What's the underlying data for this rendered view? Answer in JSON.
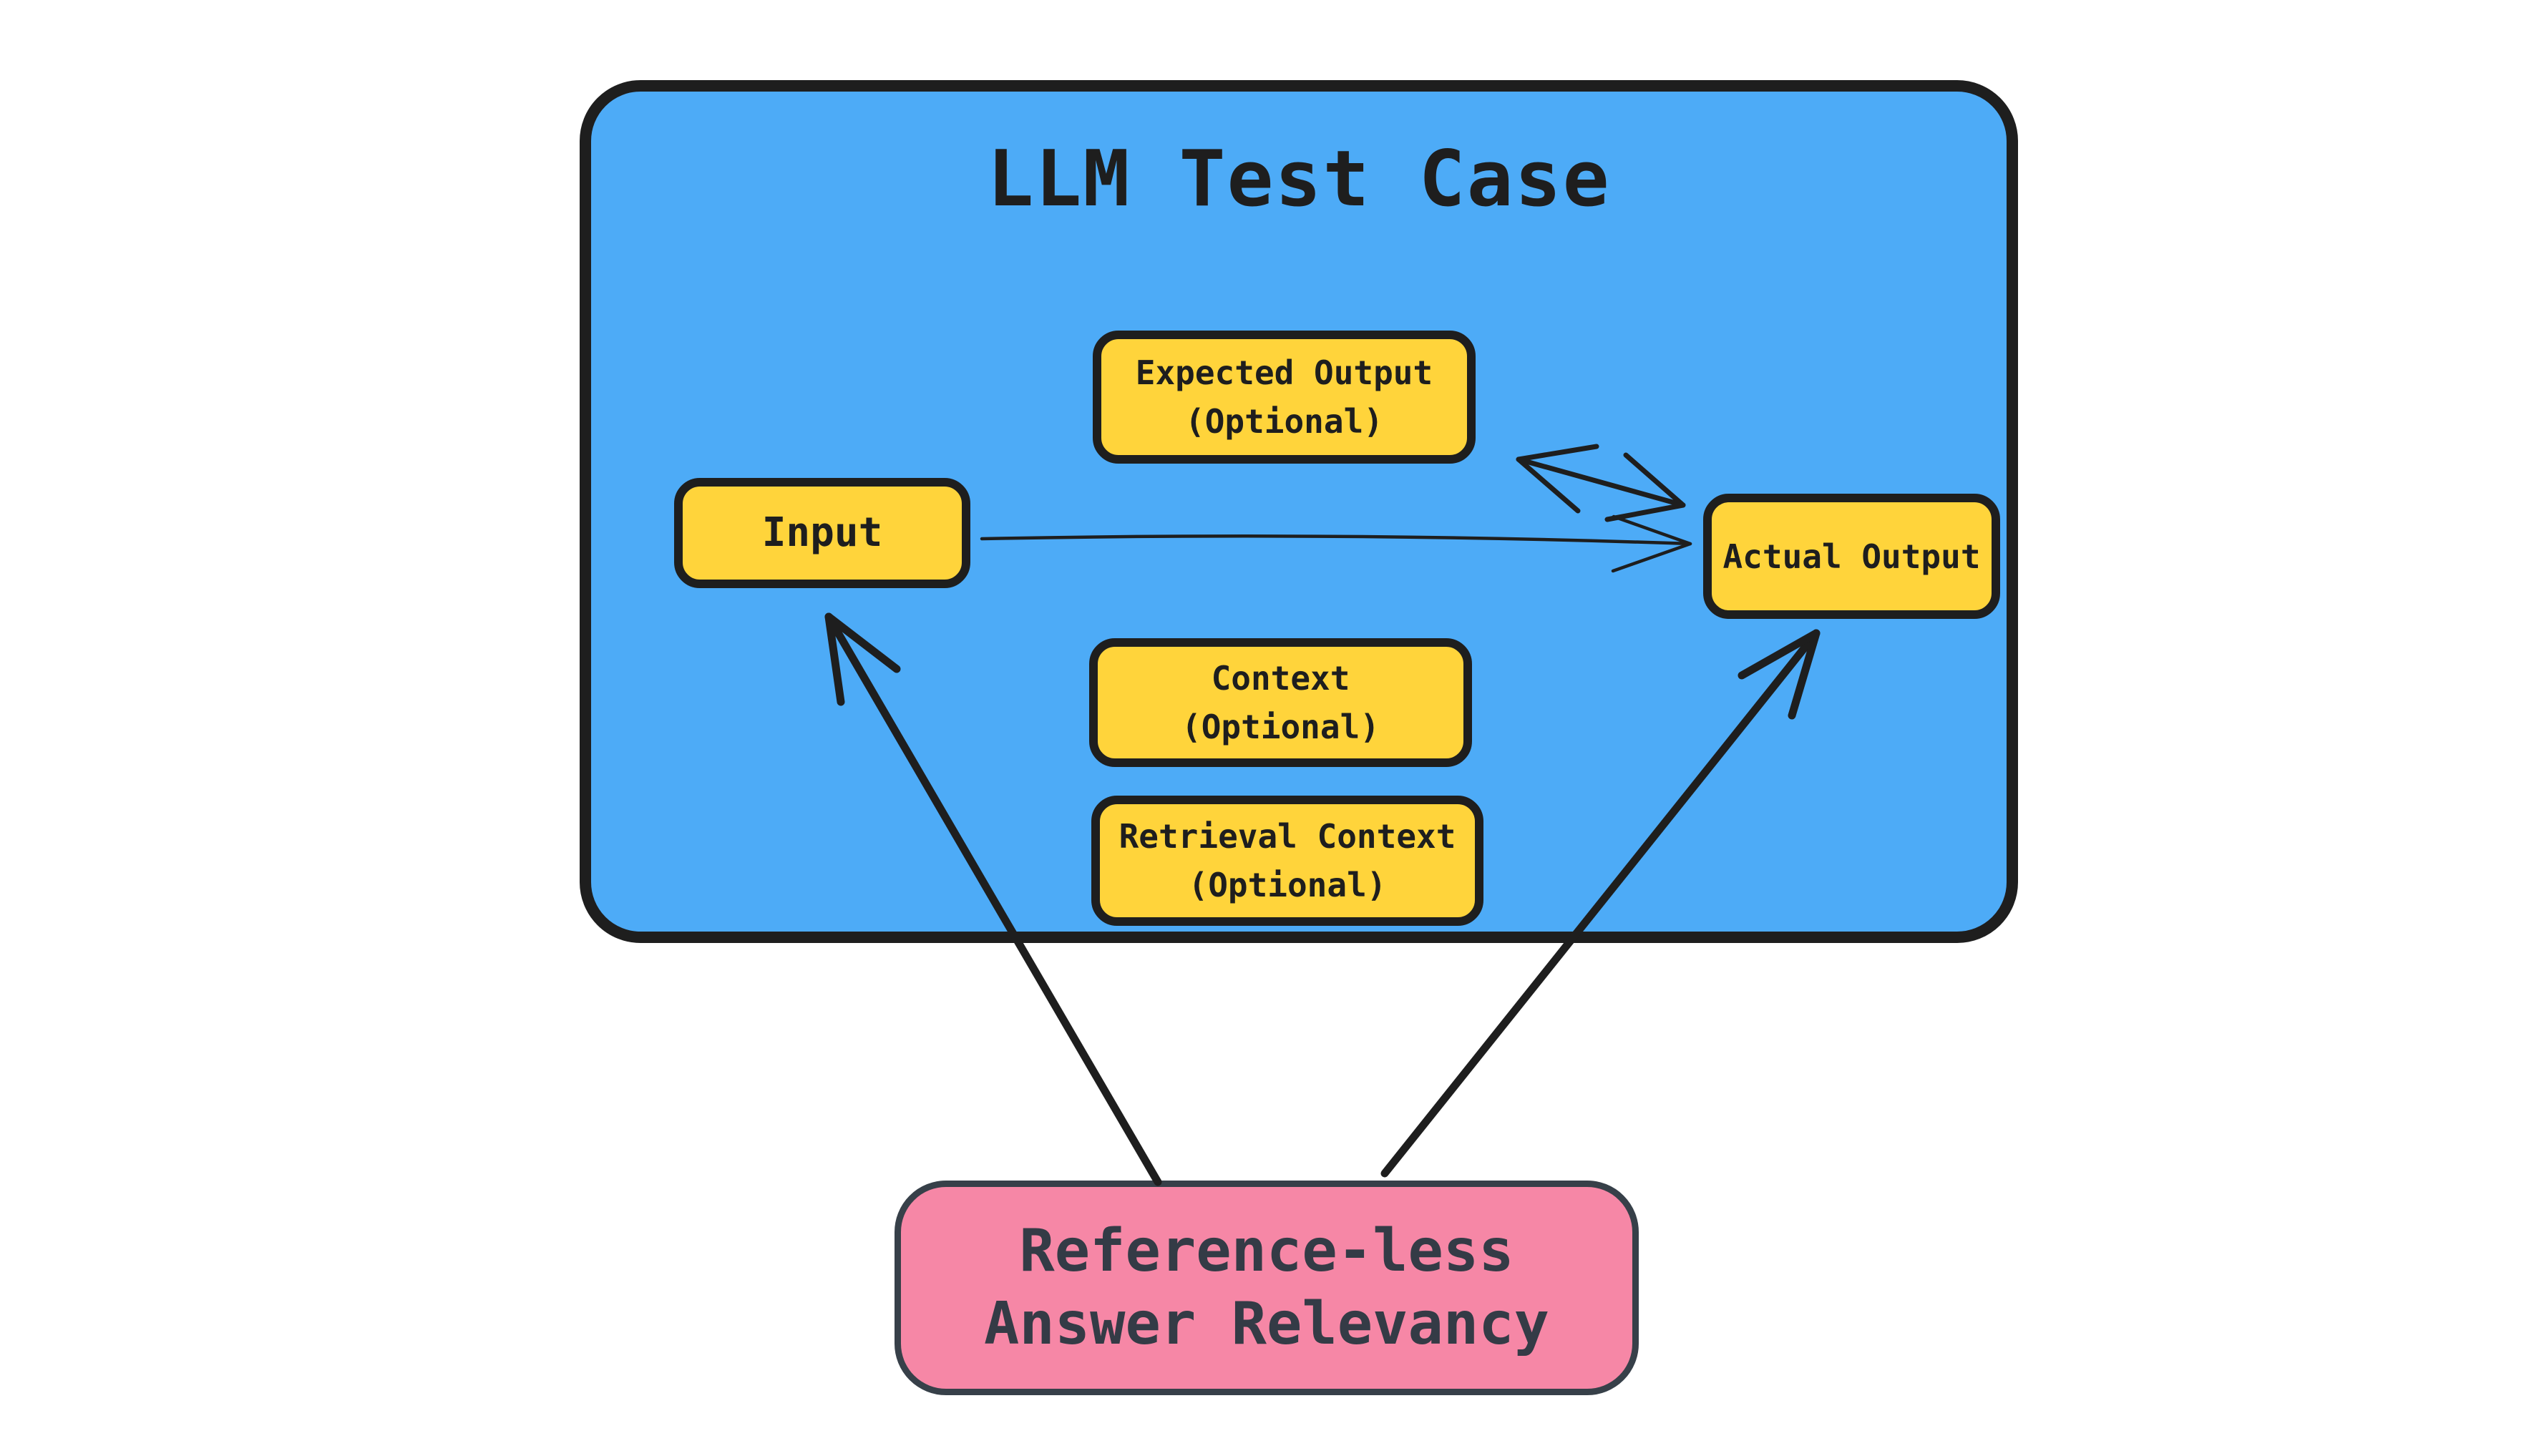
{
  "diagram": {
    "container": {
      "title": "LLM Test Case"
    },
    "nodes": {
      "expected_output": {
        "label": "Expected Output",
        "sublabel": "(Optional)"
      },
      "input": {
        "label": "Input"
      },
      "actual_output": {
        "label": "Actual Output"
      },
      "context": {
        "label": "Context",
        "sublabel": "(Optional)"
      },
      "retrieval_context": {
        "label": "Retrieval Context",
        "sublabel": "(Optional)"
      }
    },
    "metric": {
      "label_line1": "Reference-less",
      "label_line2": "Answer Relevancy"
    },
    "arrows": [
      {
        "name": "input-to-actual-output",
        "from": "input",
        "to": "actual_output",
        "heads": "end",
        "weight": "thin"
      },
      {
        "name": "expected-output-actual-output",
        "from": "expected_output",
        "to": "actual_output",
        "heads": "both",
        "weight": "medium"
      },
      {
        "name": "metric-to-input",
        "from": "metric",
        "to": "input",
        "heads": "end",
        "weight": "thick"
      },
      {
        "name": "metric-to-actual-output",
        "from": "metric",
        "to": "actual_output",
        "heads": "end",
        "weight": "thick"
      }
    ],
    "colors": {
      "background": "#ffffff",
      "container_fill": "#4dabf7",
      "node_fill": "#ffd43b",
      "outline": "#1e1e1e",
      "metric_fill": "#f687a6",
      "metric_outline": "#374049",
      "metric_text": "#343b46"
    }
  }
}
